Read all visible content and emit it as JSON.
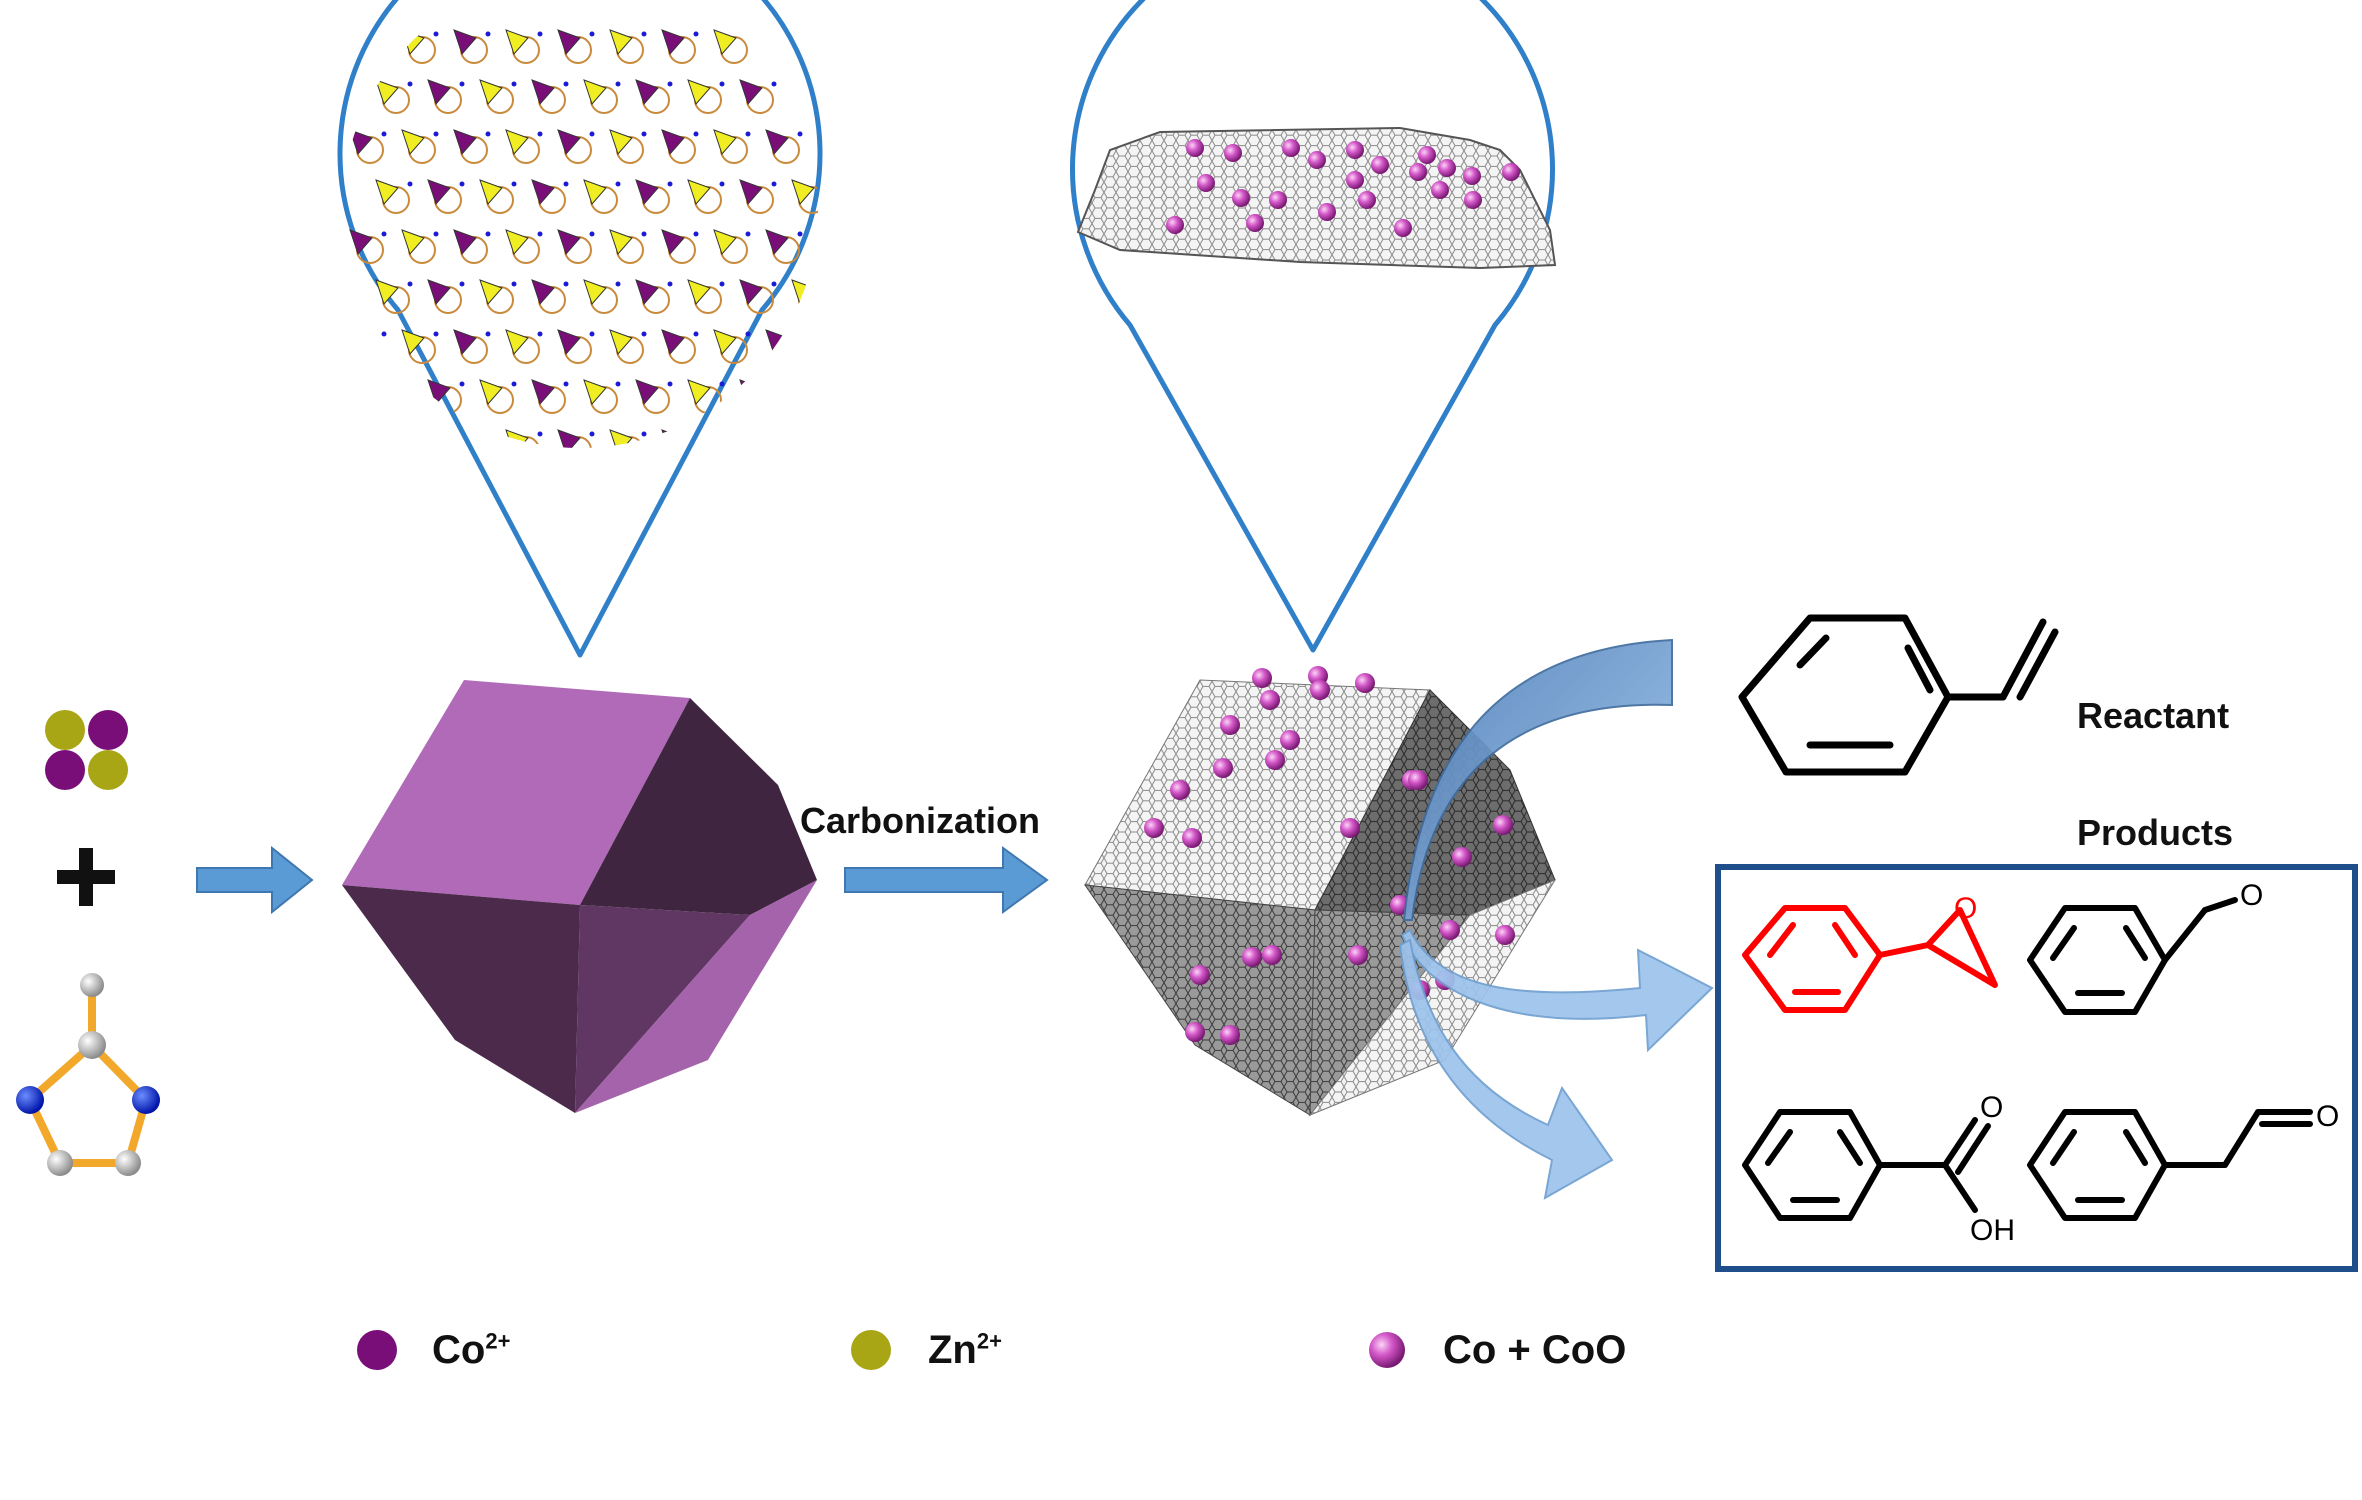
{
  "process": {
    "step_label": "Carbonization"
  },
  "molecules": {
    "reactant_label": "Reactant",
    "products_label": "Products",
    "atom_O": "O",
    "atom_OH": "OH"
  },
  "legend": [
    {
      "symbol": "Co",
      "charge": "2+",
      "color": "#7a0e79"
    },
    {
      "symbol": "Zn",
      "charge": "2+",
      "color": "#a9a616"
    },
    {
      "symbol": "Co + CoO",
      "charge": "",
      "color": "#d458c9"
    }
  ],
  "colors": {
    "callout_outline": "#2f7fc9",
    "arrow_fill": "#5b9bd5",
    "zif_crystal": "#6a3567",
    "framework_co": "#7a0e79",
    "framework_zn": "#f0ee22",
    "product_box": "#1f4f8a",
    "epoxide_highlight": "#ff0000"
  }
}
